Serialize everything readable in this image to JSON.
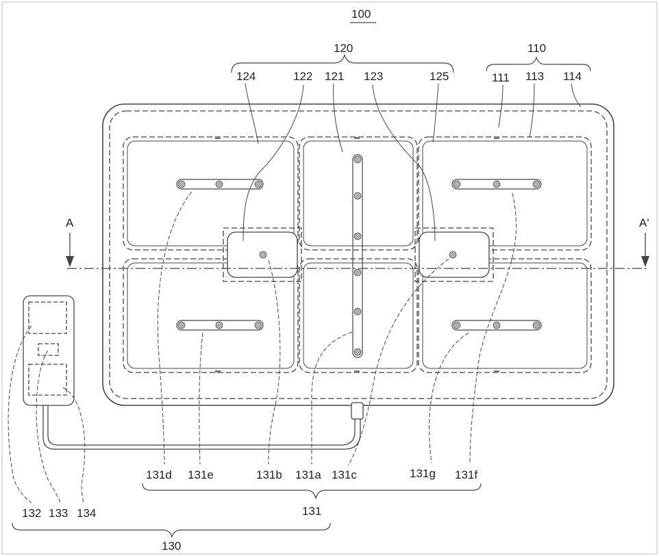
{
  "labels": {
    "l100": "100",
    "l120": "120",
    "l110": "110",
    "l124": "124",
    "l122": "122",
    "l121": "121",
    "l123": "123",
    "l125": "125",
    "l111": "111",
    "l113": "113",
    "l114": "114",
    "lA": "A",
    "lA2": "A'",
    "l131d": "131d",
    "l131e": "131e",
    "l131b": "131b",
    "l131a": "131a",
    "l131c": "131c",
    "l131g": "131g",
    "l131f": "131f",
    "l131": "131",
    "l132": "132",
    "l133": "133",
    "l134": "134",
    "l130": "130"
  },
  "colors": {
    "line": "#444444",
    "frame": "#bbbbbb",
    "dot": "#888888"
  }
}
